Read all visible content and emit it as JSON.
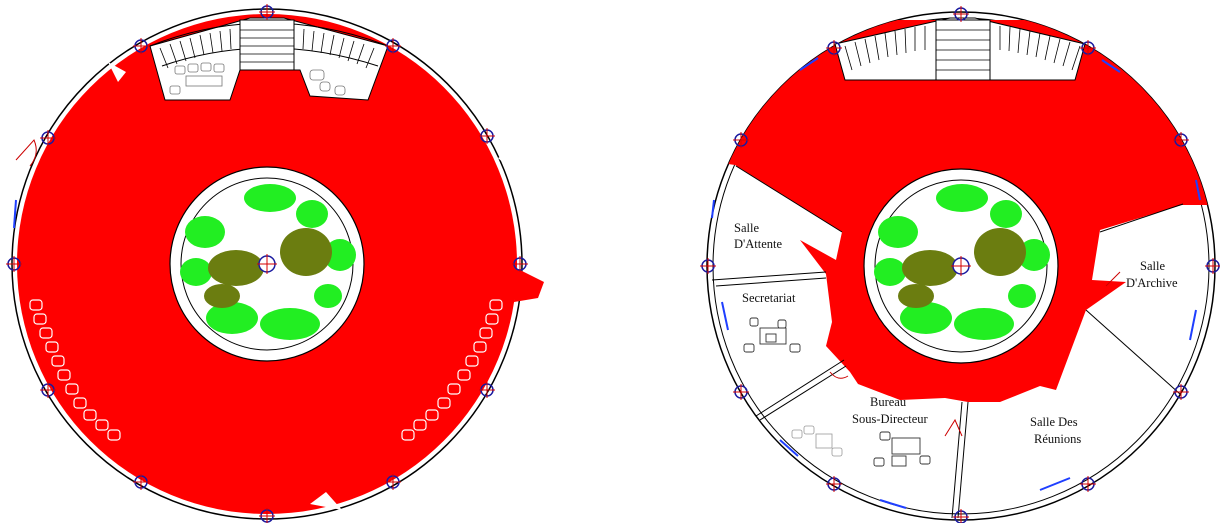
{
  "colors": {
    "circulation_fill": "#ff0000",
    "wall_stroke": "#000000",
    "grid_marker_ring": "#1a1aa0",
    "grid_marker_cross": "#d40000",
    "window": "#1f3fff",
    "foliage_light": "#22ee22",
    "foliage_dark": "#6b7d10",
    "door": "#cc0000"
  },
  "left_plan": {
    "icon": "circular-floor-plan-icon",
    "rooms": []
  },
  "right_plan": {
    "icon": "circular-floor-plan-icon",
    "rooms": [
      {
        "id": "salle-attente",
        "lines": [
          "Salle",
          "D'Attente"
        ]
      },
      {
        "id": "secretariat",
        "lines": [
          "Secretariat"
        ]
      },
      {
        "id": "bureau-sous-directeur",
        "lines": [
          "Bureau",
          "Sous-Directeur"
        ]
      },
      {
        "id": "salle-des-reunions",
        "lines": [
          "Salle Des",
          "Réunions"
        ]
      },
      {
        "id": "salle-archive",
        "lines": [
          "Salle",
          "D'Archive"
        ]
      }
    ]
  }
}
